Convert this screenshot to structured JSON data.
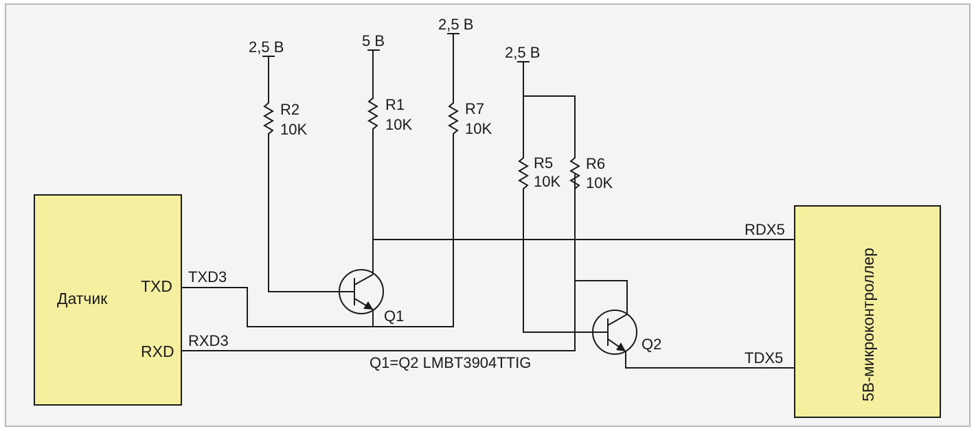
{
  "colors": {
    "background": "#f4f4f4",
    "frame": "#b8b8b8",
    "block_fill": "#f5f0a0",
    "wire": "#1a1a1a"
  },
  "sensor": {
    "title": "Датчик",
    "pin_tx": "TXD",
    "pin_rx": "RXD"
  },
  "mcu": {
    "title": "5В-микроконтроллер",
    "pin_rx": "RDX5",
    "pin_tx": "TDX5"
  },
  "nets": {
    "txd3": "TXD3",
    "rxd3": "RXD3"
  },
  "supplies": {
    "r2": "2,5 В",
    "r1": "5 В",
    "r7": "2,5 В",
    "r56": "2,5 В"
  },
  "resistors": {
    "r2": {
      "name": "R2",
      "value": "10K"
    },
    "r1": {
      "name": "R1",
      "value": "10K"
    },
    "r7": {
      "name": "R7",
      "value": "10K"
    },
    "r5": {
      "name": "R5",
      "value": "10K"
    },
    "r6": {
      "name": "R6",
      "value": "10K"
    }
  },
  "transistors": {
    "q1": "Q1",
    "q2": "Q2"
  },
  "note": "Q1=Q2 LMBT3904TTIG"
}
